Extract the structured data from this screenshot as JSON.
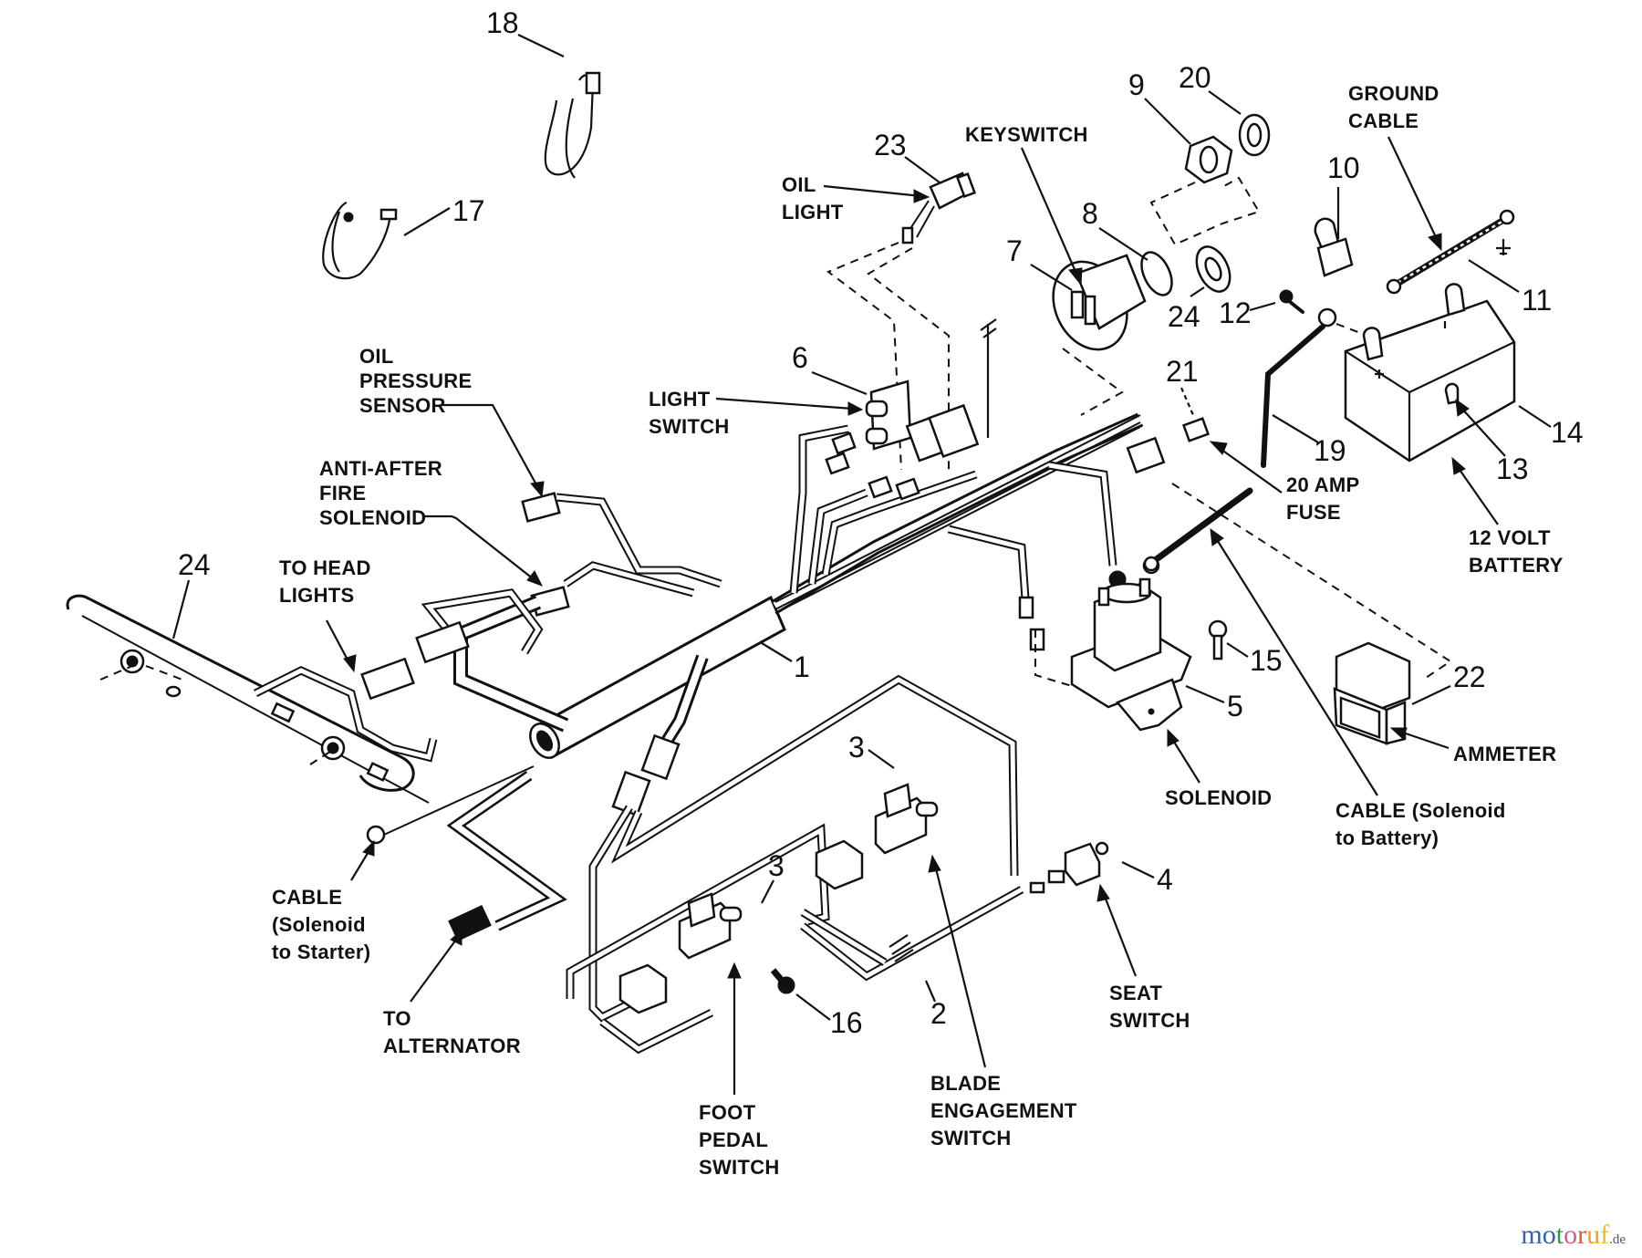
{
  "title": "Wiring harness parts diagram",
  "labels": {
    "oil_light": [
      "OIL",
      "LIGHT"
    ],
    "keyswitch": "KEYSWITCH",
    "ground_cable": [
      "GROUND",
      "CABLE"
    ],
    "oil_pressure_sensor": [
      "OIL",
      "PRESSURE",
      "SENSOR"
    ],
    "light_switch": [
      "LIGHT",
      "SWITCH"
    ],
    "anti_after_fire_solenoid": [
      "ANTI-AFTER",
      "FIRE",
      "SOLENOID"
    ],
    "to_head_lights": [
      "TO HEAD",
      "LIGHTS"
    ],
    "fuse": [
      "20 AMP",
      "FUSE"
    ],
    "battery": [
      "12 VOLT",
      "BATTERY"
    ],
    "ammeter": "AMMETER",
    "solenoid": "SOLENOID",
    "cable_solenoid_battery": [
      "CABLE (Solenoid",
      "to Battery)"
    ],
    "cable_solenoid_starter": [
      "CABLE",
      "(Solenoid",
      "to Starter)"
    ],
    "to_alternator": [
      "TO",
      "ALTERNATOR"
    ],
    "seat_switch": [
      "SEAT",
      "SWITCH"
    ],
    "blade_engagement_switch": [
      "BLADE",
      "ENGAGEMENT",
      "SWITCH"
    ],
    "foot_pedal_switch": [
      "FOOT",
      "PEDAL",
      "SWITCH"
    ]
  },
  "callouts": {
    "c1": "1",
    "c2": "2",
    "c3a": "3",
    "c3b": "3",
    "c4": "4",
    "c5": "5",
    "c6": "6",
    "c7": "7",
    "c8": "8",
    "c9": "9",
    "c10": "10",
    "c11": "11",
    "c12": "12",
    "c13": "13",
    "c14": "14",
    "c15": "15",
    "c16": "16",
    "c17": "17",
    "c18": "18",
    "c19": "19",
    "c20": "20",
    "c21": "21",
    "c22": "22",
    "c23": "23",
    "c24a": "24",
    "c24b": "24"
  },
  "battery_marks": {
    "plus": "+",
    "minus": "−"
  },
  "watermark": {
    "parts": [
      "m",
      "o",
      "t",
      "o",
      "r",
      "u",
      "f"
    ],
    "suffix": ".de",
    "colors": [
      "#3a5fa8",
      "#3a5fa8",
      "#2f9a4a",
      "#e0559a",
      "#e05a2a",
      "#f0a020",
      "#f0c020"
    ]
  }
}
